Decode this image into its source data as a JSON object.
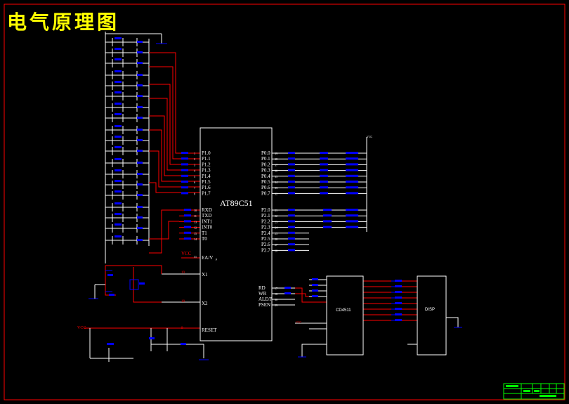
{
  "title": "电气原理图",
  "chip": {
    "name": "AT89C51",
    "p1_pins": [
      "P1.0",
      "P1.1",
      "P1.2",
      "P1.3",
      "P1.4",
      "P1.5",
      "P1.6",
      "P1.7"
    ],
    "p1_nums": [
      "1",
      "2",
      "3",
      "4",
      "5",
      "6",
      "7",
      "8"
    ],
    "p0_pins": [
      "P0.0",
      "P0.1",
      "P0.2",
      "P0.3",
      "P0.4",
      "P0.5",
      "P0.6",
      "P0.7"
    ],
    "p0_nums": [
      "39",
      "38",
      "37",
      "36",
      "35",
      "34",
      "33",
      "32"
    ],
    "p3_pins": [
      "RXD",
      "TXD",
      "INT1",
      "INT0",
      "T1",
      "T0"
    ],
    "p3_nums": [
      "10",
      "11",
      "13",
      "12",
      "15",
      "14"
    ],
    "p2_pins": [
      "P2.0",
      "P2.1",
      "P2.2",
      "P2.3",
      "P2.4",
      "P2.5",
      "P2.6",
      "P2.7"
    ],
    "p2_nums": [
      "21",
      "22",
      "23",
      "24",
      "25",
      "26",
      "27",
      "28"
    ],
    "ea_label": "EA/V",
    "ea_sub": "P",
    "ea_num": "31",
    "x1": "X1",
    "x1_num": "19",
    "x2": "X2",
    "x2_num": "18",
    "reset": "RESET",
    "reset_num": "9",
    "ctrl_pins": [
      "RD",
      "WR",
      "ALE/P",
      "PSEN"
    ],
    "ctrl_nums": [
      "17",
      "16",
      "30",
      "29"
    ]
  },
  "vcc": "VCC",
  "ic2": "CD4511",
  "ic3": "DISP",
  "colors": {
    "wire": "#ff0000",
    "line": "#ffffff",
    "comp": "#0000ff",
    "label": "#ff0000",
    "accent": "#ffff00",
    "green": "#00ff00"
  }
}
